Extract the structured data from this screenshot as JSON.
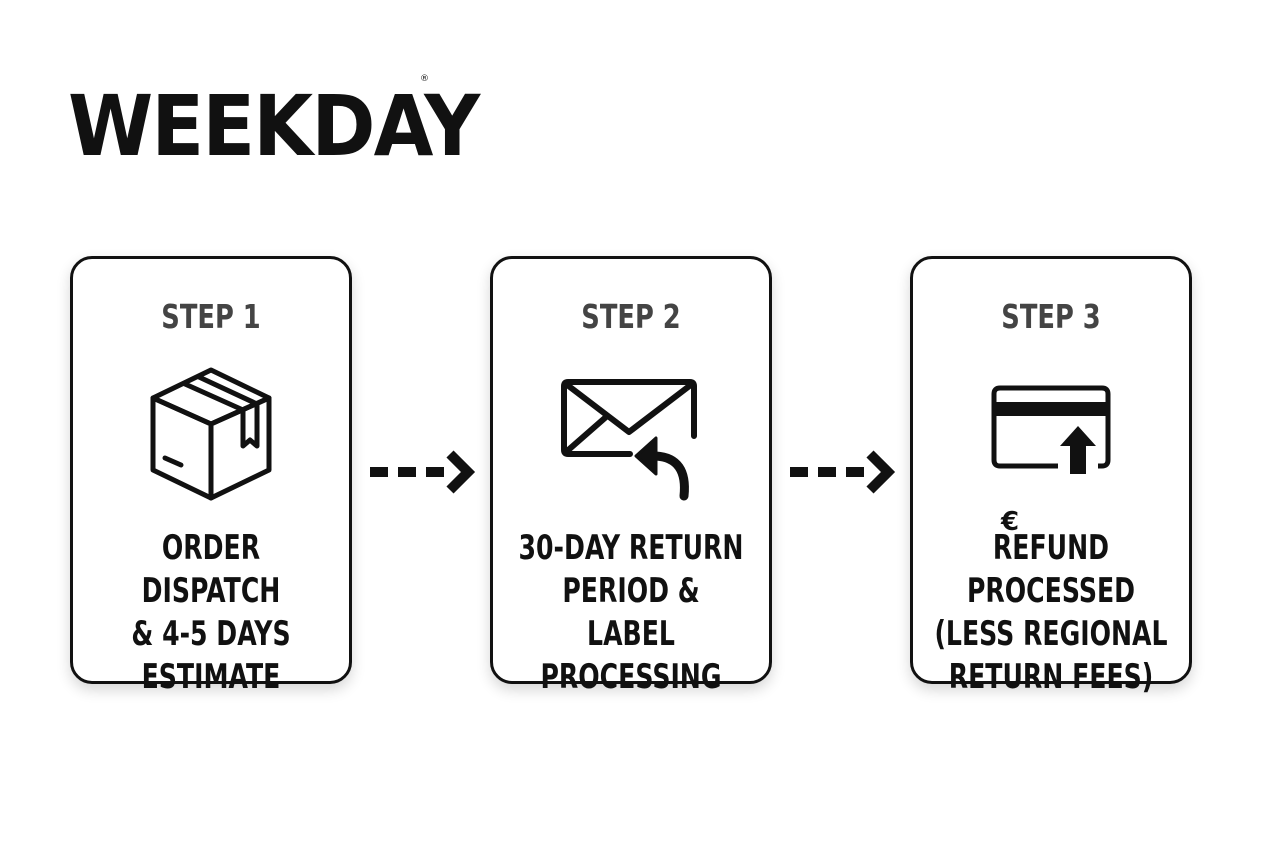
{
  "brand": {
    "logo_text": "WEEKDAY",
    "registered_mark": "®"
  },
  "steps": [
    {
      "label": "STEP 1",
      "icon": "package-box-icon",
      "description": "ORDER DISPATCH\n& 4-5 DAYS\nESTIMATE"
    },
    {
      "label": "STEP 2",
      "icon": "envelope-return-icon",
      "description": "30-DAY RETURN\nPERIOD & LABEL\nPROCESSING"
    },
    {
      "label": "STEP 3",
      "icon": "credit-card-refund-icon",
      "currency_symbol": "€",
      "description": "REFUND PROCESSED\n(LESS REGIONAL\nRETURN FEES)"
    }
  ],
  "connectors": [
    {
      "icon": "dashed-arrow-right-icon"
    },
    {
      "icon": "dashed-arrow-right-icon"
    }
  ],
  "colors": {
    "ink": "#111111",
    "step_label": "#444444",
    "background": "#ffffff"
  }
}
